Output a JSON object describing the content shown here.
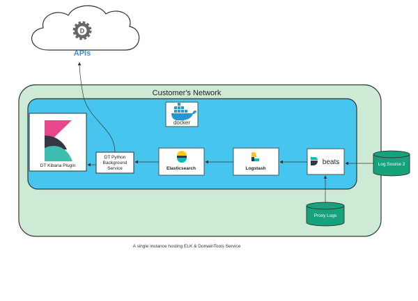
{
  "cloud": {
    "label": "APIs"
  },
  "network": {
    "label": "Customer's Network"
  },
  "docker": {
    "label": "docker"
  },
  "nodes": {
    "kibana": {
      "label": "DT Kibana Plugin"
    },
    "python": {
      "line1": "DT Python",
      "line2": "Background",
      "line3": "Service"
    },
    "elasticsearch": {
      "label": "Elasticsearch"
    },
    "logstash": {
      "label": "Logstash"
    },
    "beats": {
      "label": "beats"
    },
    "log_source": {
      "label": "Log Source 2"
    },
    "proxy_logs": {
      "label": "Proxy Logs"
    }
  },
  "caption": "A single instance hosting ELK & DomainTools Service",
  "colors": {
    "network_fill": "#cdebd4",
    "docker_fill": "#46c6ee",
    "database_fill": "#17a27c",
    "kibana_pink": "#e8478b",
    "kibana_teal": "#3ebeb0",
    "api_blue": "#3f8fdc"
  }
}
